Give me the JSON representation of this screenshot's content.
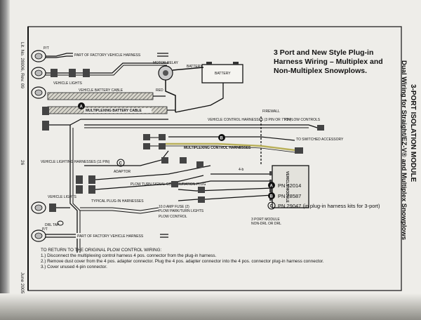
{
  "side_left": {
    "doc_number": "Lit. No. 28006, Rev. 09",
    "page_number": "26",
    "date": "June 2005"
  },
  "side_right": {
    "section_title": "3-PORT ISOLATION MODULE",
    "subtitle": "Dual Wiring for Straight/EZ-V® and Multiplex Snowplows"
  },
  "main_title": {
    "line1": "3 Port and New Style Plug-in",
    "line2": "Harness Wiring – Multiplex and",
    "line3": "Non-Multiplex Snowplows."
  },
  "labels": {
    "pt_top": "P/T",
    "part_factory_top": "PART OF FACTORY VEHICLE HARNESS",
    "vehicle_lights_top": "VEHICLE LIGHTS",
    "motor_relay": "MOTOR RELAY",
    "battery_cable_top": "BATTERY CABLE",
    "battery": "BATTERY",
    "red": "RED",
    "vehicle_battery_cable": "VEHICLE BATTERY CABLE",
    "multiplexing_battery_cable": "MULTIPLEXING BATTERY CABLE",
    "firewall": "FIREWALL",
    "vehicle_control_harnesses": "VEHICLE CONTROL HARNESSES (3 PIN OR 7 PIN)",
    "to_plow_controls": "TO PLOW CONTROLS",
    "to_switched_accessory": "TO SWITCHED ACCESSORY",
    "multiplexing_control_harnesses": "MULTIPLEXING CONTROL HARNESSES",
    "vehicle_lighting_harnesses": "VEHICLE LIGHTING HARNESSES (11 PIN)",
    "adaptor": "ADAPTOR",
    "plug_4b": "4-b",
    "plow_turn_signal": "PLOW TURN SIGNAL CONFIGURATION PLUG",
    "vehicle_lights_bottom": "VEHICLE LIGHTS",
    "typical_plugin_harnesses": "TYPICAL PLUG-IN HARNESSES",
    "fuse": "10.0 AMP FUSE (2)",
    "plow_park_turn": "PLOW PARK/TURN LIGHTS",
    "plow_control": "PLOW CONTROL",
    "drl_tap": "DRL TAP",
    "pt_bottom": "P/T",
    "part_factory_bottom": "PART OF FACTORY VEHICLE HARNESS",
    "module_caption_line1": "3 PORT MODULE",
    "module_caption_line2": "NON-DRL OR DRL",
    "vehicle_module": "VEHICLE MODULE",
    "callout_a": "A",
    "callout_b": "B",
    "callout_c": "C"
  },
  "legend": [
    {
      "letter": "A",
      "text": "PN 42014"
    },
    {
      "letter": "B",
      "text": "PN 28587"
    },
    {
      "letter": "C",
      "text": "PN 29047 (in plug-in harness kits for 3-port)"
    }
  ],
  "instructions": {
    "heading": "TO RETURN TO THE ORIGINAL PLOW CONTROL WIRING:",
    "steps": [
      "1.) Disconnect the multiplexing control harness 4 pos. connector from the plug-in harness.",
      "2.) Remove dust cover from the 4 pos. adapter connector. Plug the 4 pos. adapter connector into the 4 pos. connector plug-in harness connector.",
      "3.) Cover unused 4-pin connector."
    ]
  }
}
